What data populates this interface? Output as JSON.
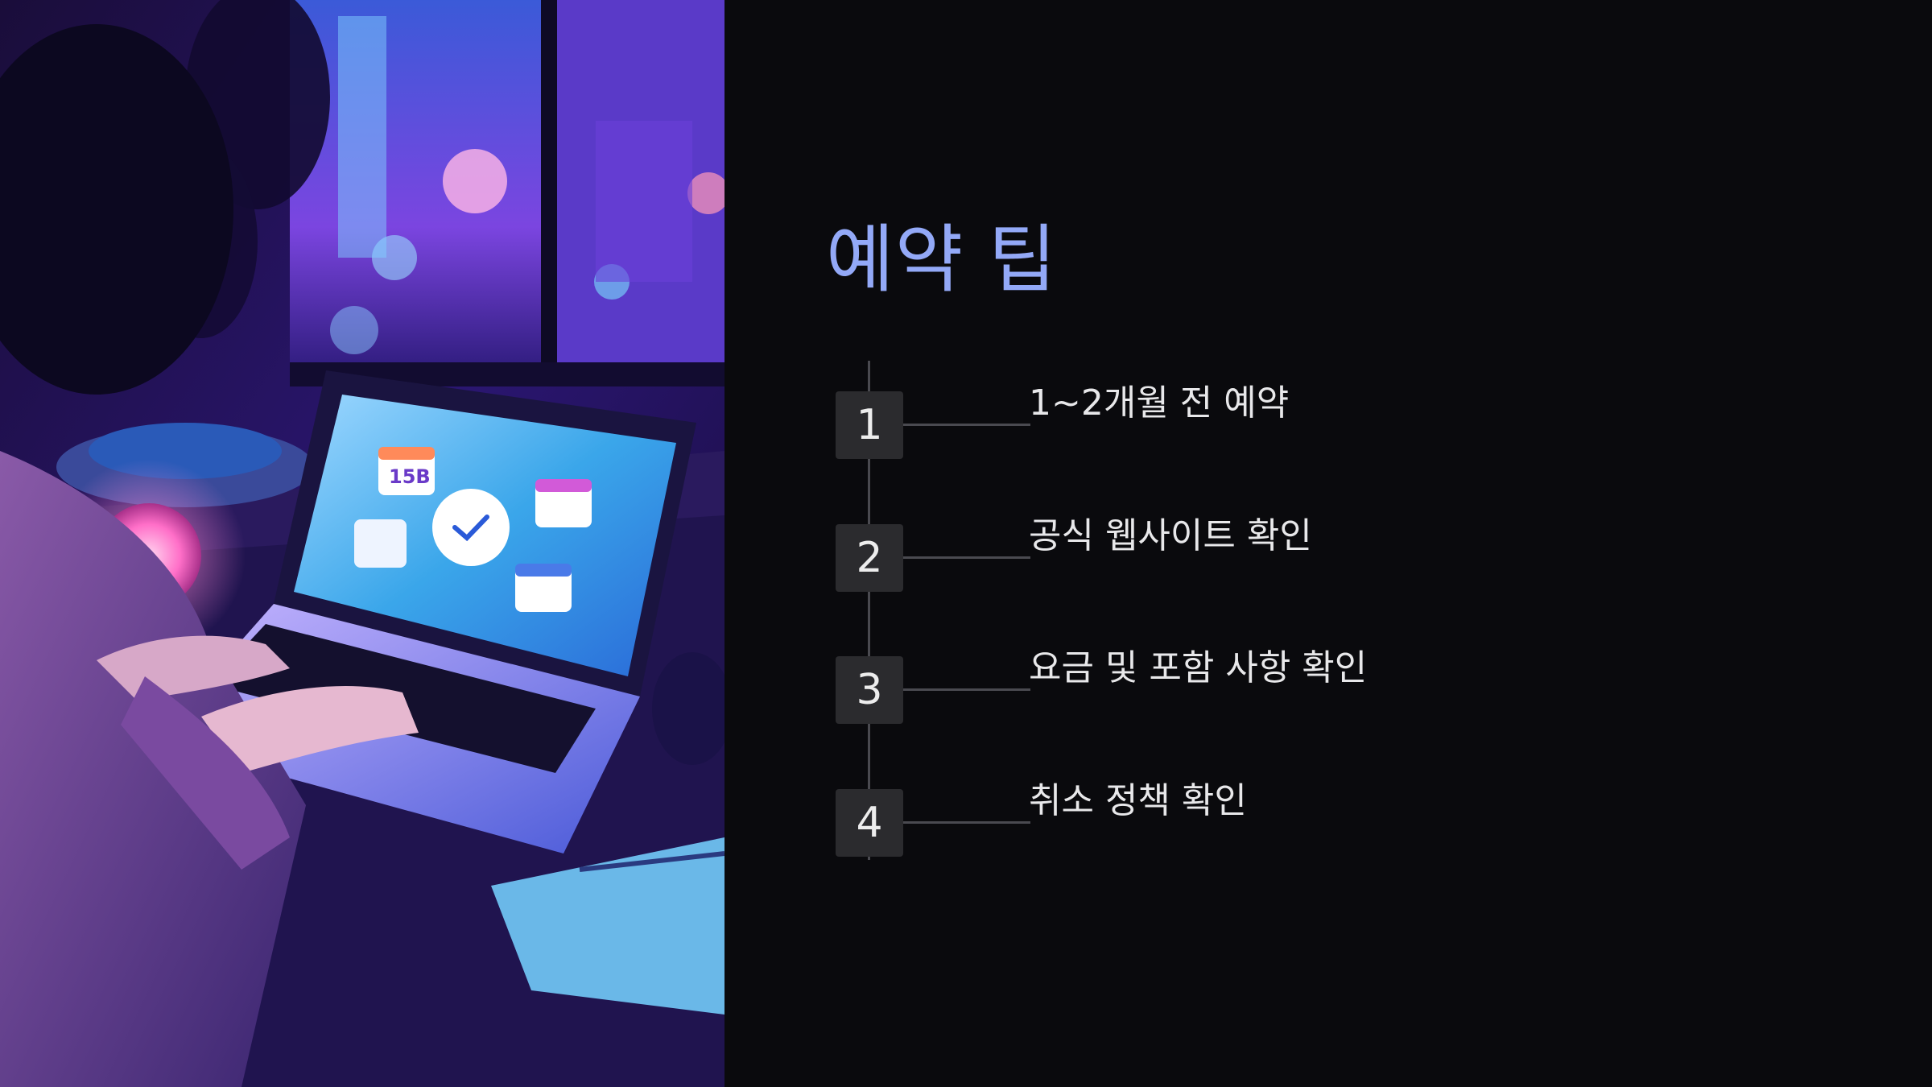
{
  "slide": {
    "title": "예약 팁",
    "accent_color": "#93a9f7",
    "background_color": "#0a0a0d"
  },
  "photo": {
    "icon": "person-booking-on-laptop-image",
    "calendar_number": "15B"
  },
  "steps": [
    {
      "number": "1",
      "label": "1~2개월 전 예약"
    },
    {
      "number": "2",
      "label": "공식 웹사이트 확인"
    },
    {
      "number": "3",
      "label": "요금 및 포함 사항 확인"
    },
    {
      "number": "4",
      "label": "취소 정책 확인"
    }
  ]
}
